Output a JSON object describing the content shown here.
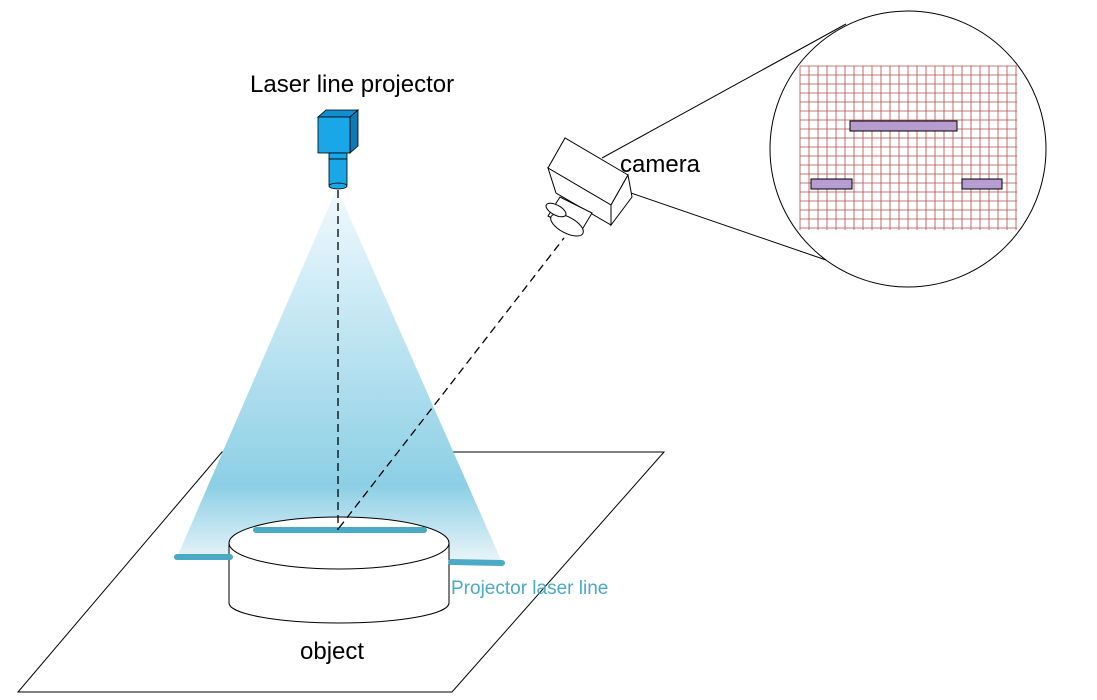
{
  "labels": {
    "projector": "Laser line projector",
    "camera": "camera",
    "laser_line": "Projector laser line",
    "object": "object"
  },
  "colors": {
    "projector_body": "#1aa7e8",
    "laser_line": "#4aa9c4",
    "light_beam_top": "#e6f5fc",
    "light_beam_bottom": "#8cd0e6",
    "grid": "#b54a4a",
    "detected_segment_fill": "#b79ccf",
    "outline": "#000000",
    "laser_label": "#4aa9c4"
  },
  "icons": {
    "projector": "laser-projector-icon",
    "camera": "camera-icon"
  }
}
